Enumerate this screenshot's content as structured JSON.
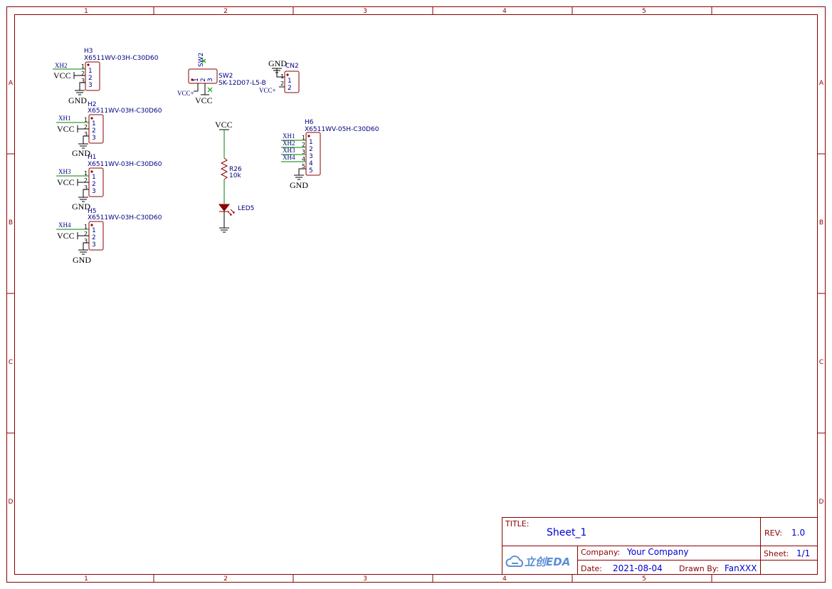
{
  "frame": {
    "columns": [
      "1",
      "2",
      "3",
      "4",
      "5"
    ],
    "rows": [
      "A",
      "B",
      "C",
      "D"
    ]
  },
  "components": {
    "h3": {
      "designator": "H3",
      "part": "X6511WV-03H-C30D60",
      "pins": [
        "1",
        "2",
        "3"
      ],
      "net": "XH2",
      "vcc": "VCC",
      "gnd": "GND"
    },
    "h2": {
      "designator": "H2",
      "part": "X6511WV-03H-C30D60",
      "pins": [
        "1",
        "2",
        "3"
      ],
      "net": "XH1",
      "vcc": "VCC",
      "gnd": "GND"
    },
    "h1": {
      "designator": "H1",
      "part": "X6511WV-03H-C30D60",
      "pins": [
        "1",
        "2",
        "3"
      ],
      "net": "XH3",
      "vcc": "VCC",
      "gnd": "GND"
    },
    "h5": {
      "designator": "H5",
      "part": "X6511WV-03H-C30D60",
      "pins": [
        "1",
        "2",
        "3"
      ],
      "net": "XH4",
      "vcc": "VCC",
      "gnd": "GND"
    },
    "sw2": {
      "designator": "SW2",
      "part": "SK-12D07-L5-B",
      "pins": [
        "1",
        "2",
        "3"
      ],
      "vccplus": "VCC+",
      "vcc": "VCC"
    },
    "cn2": {
      "designator": "CN2",
      "pins": [
        "1",
        "2"
      ],
      "gnd": "GND",
      "vccplus": "VCC+"
    },
    "r26": {
      "designator": "R26",
      "value": "10k",
      "vcc": "VCC"
    },
    "led5": {
      "designator": "LED5"
    },
    "h6": {
      "designator": "H6",
      "part": "X6511WV-05H-C30D60",
      "pins": [
        "1",
        "2",
        "3",
        "4",
        "5"
      ],
      "nets": [
        "XH1",
        "XH2",
        "XH3",
        "XH4"
      ],
      "gnd": "GND"
    }
  },
  "title_block": {
    "title_label": "TITLE:",
    "title": "Sheet_1",
    "rev_label": "REV:",
    "rev": "1.0",
    "company_label": "Company:",
    "company": "Your Company",
    "sheet_label": "Sheet:",
    "sheet": "1/1",
    "date_label": "Date:",
    "date": "2021-08-04",
    "drawn_label": "Drawn By:",
    "drawn_by": "FanXXX",
    "logo_text": "立创EDA"
  },
  "colors": {
    "frame": "#8b0000",
    "wire": "#008000",
    "text_blue": "#000080",
    "title_value": "#0000cd",
    "logo": "#5b8fd6"
  }
}
